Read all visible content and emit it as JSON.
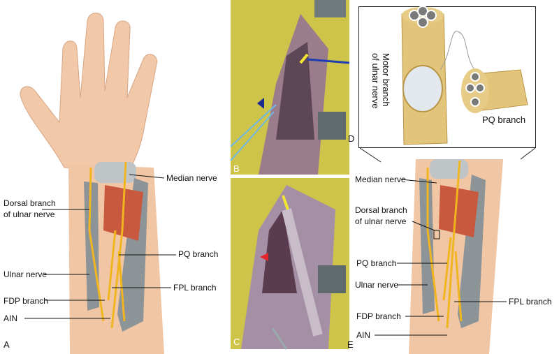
{
  "panel_a": {
    "letter": "A",
    "labels": {
      "median_nerve": "Median nerve",
      "dorsal_branch_1": "Dorsal branch",
      "dorsal_branch_2": "of ulnar nerve",
      "pq_branch": "PQ branch",
      "ulnar_nerve": "Ulnar nerve",
      "fpl_branch": "FPL  branch",
      "fdp_branch": "FDP branch",
      "ain": "AIN"
    }
  },
  "panel_b": {
    "letter": "B"
  },
  "panel_c": {
    "letter": "C"
  },
  "panel_d": {
    "letter": "D",
    "motor_branch_1": "Motor branch",
    "motor_branch_2": "of ulnar nerve",
    "pq_branch": "PQ branch"
  },
  "panel_e": {
    "letter": "E",
    "labels": {
      "median_nerve": "Median nerve",
      "dorsal_branch_1": "Dorsal branch",
      "dorsal_branch_2": "of ulnar nerve",
      "pq_branch": "PQ branch",
      "ulnar_nerve": "Ulnar nerve",
      "fpl_branch": "FPL  branch",
      "fdp_branch": "FDP branch",
      "ain": "AIN"
    }
  },
  "colors": {
    "skin": "#f2c9a8",
    "nerve": "#f1b520",
    "bone": "#8d9498",
    "muscle": "#c8593f",
    "tissue": "#b89ab0",
    "drape": "#d8cf55"
  }
}
